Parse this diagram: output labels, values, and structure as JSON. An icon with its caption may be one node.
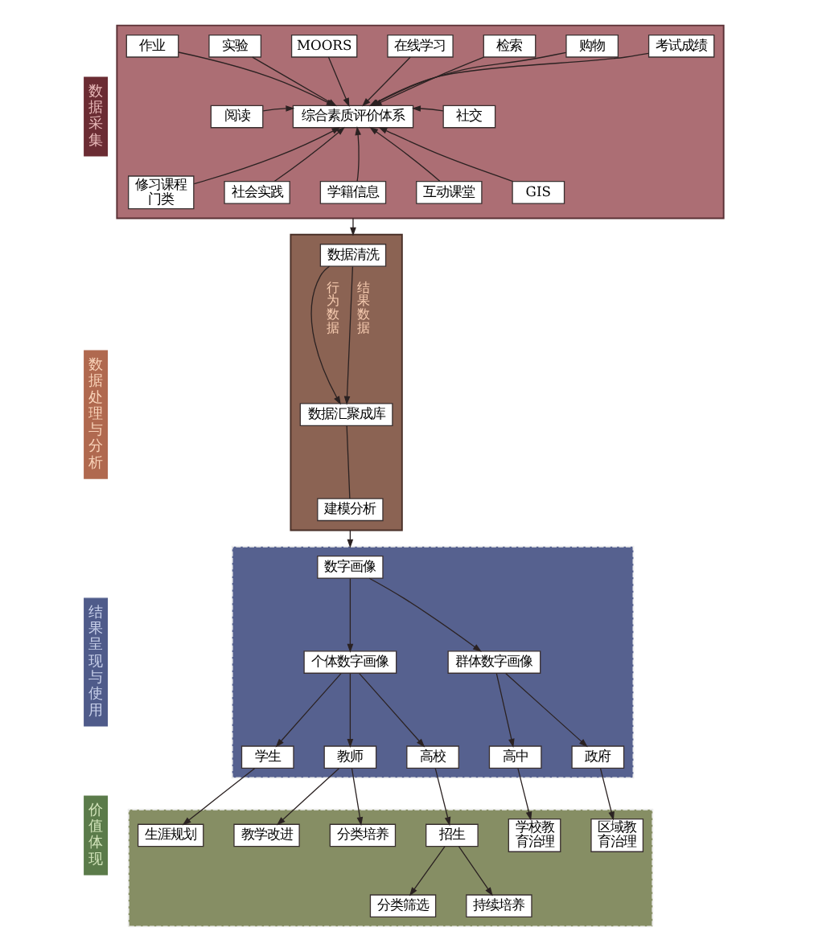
{
  "diagram": {
    "nodes": [
      {
        "text": [
          "数据采集"
        ]
      },
      {
        "text": [],
        "shape": "box"
      },
      {
        "text": [
          "实验"
        ],
        "in": 1
      },
      {
        "text": [
          "MOORS"
        ],
        "in": 1
      },
      {
        "text": [
          "在线学习"
        ],
        "in": 1
      },
      {
        "text": [
          "检索"
        ],
        "in": 1
      },
      {
        "text": [
          "购物"
        ],
        "in": 1
      },
      {
        "text": [
          "作业"
        ],
        "in": 1
      },
      {
        "text": [
          "考试成绩"
        ],
        "in": 1
      },
      {
        "text": [
          "综合素质评价体系"
        ],
        "in": 1
      },
      {
        "text": [
          "阅读"
        ],
        "in": 1
      },
      {
        "text": [
          "社交"
        ],
        "in": 1
      },
      {
        "text": [
          "修习课程门类"
        ],
        "in": 1
      },
      {
        "text": [
          "社会实践"
        ],
        "in": 1
      },
      {
        "text": [
          "学籍信息"
        ],
        "in": 1
      },
      {
        "text": [
          "互动课堂"
        ],
        "in": 1
      },
      {
        "text": [
          "GIS"
        ],
        "in": 1
      },
      {
        "text": [
          "数据处理与分析"
        ]
      },
      {
        "text": [],
        "shape": "box"
      },
      {
        "text": [
          "数据清洗"
        ],
        "in": 18
      },
      {
        "text": [
          "数据汇聚成库"
        ],
        "in": 18
      },
      {
        "text": [
          "建模分析"
        ],
        "in": 18
      },
      {
        "text": [
          "结果呈现与使用"
        ]
      },
      {
        "text": [],
        "shape": "box"
      },
      {
        "text": [
          "数字画像"
        ],
        "in": 23
      },
      {
        "text": [
          "个体数字画像"
        ],
        "in": 23
      },
      {
        "text": [
          "群体数字画像"
        ],
        "in": 23
      },
      {
        "text": [
          "学生"
        ],
        "in": 23
      },
      {
        "text": [
          "教师"
        ],
        "in": 23
      },
      {
        "text": [
          "高校"
        ],
        "in": 23
      },
      {
        "text": [
          "高中"
        ],
        "in": 23
      },
      {
        "text": [
          "政府"
        ],
        "in": 23
      },
      {
        "text": [
          "价值体现"
        ]
      },
      {
        "text": [],
        "shape": "box"
      },
      {
        "text": [
          "生涯规划"
        ],
        "in": 33
      },
      {
        "text": [
          "教学改进"
        ],
        "in": 33
      },
      {
        "text": [
          "分类培养"
        ],
        "in": 33
      },
      {
        "text": [
          "招生"
        ],
        "in": 33
      },
      {
        "text": [
          "学校教育治理"
        ],
        "in": 33
      },
      {
        "text": [
          "区域教育治理"
        ],
        "in": 33
      },
      {
        "text": [
          "分类筛选"
        ],
        "in": 33
      },
      {
        "text": [
          "持续培养"
        ],
        "in": 33
      }
    ],
    "edges": [
      {
        "from": 2,
        "to": 9,
        "arrow": "to"
      },
      {
        "from": 3,
        "to": 9,
        "arrow": "to"
      },
      {
        "from": 4,
        "to": 9,
        "arrow": "to"
      },
      {
        "from": 5,
        "to": 9,
        "arrow": "to"
      },
      {
        "from": 6,
        "to": 9,
        "arrow": "to"
      },
      {
        "from": 7,
        "to": 9,
        "arrow": "to"
      },
      {
        "from": 8,
        "to": 9,
        "arrow": "to"
      },
      {
        "from": 10,
        "to": 9,
        "arrow": "to"
      },
      {
        "from": 11,
        "to": 9,
        "arrow": "to"
      },
      {
        "from": 12,
        "to": 9,
        "arrow": "to"
      },
      {
        "from": 13,
        "to": 9,
        "arrow": "to"
      },
      {
        "from": 14,
        "to": 9,
        "arrow": "to"
      },
      {
        "from": 15,
        "to": 9,
        "arrow": "to"
      },
      {
        "from": 16,
        "to": 9,
        "arrow": "to"
      },
      {
        "from": 1,
        "to": 18,
        "arrow": "to"
      },
      {
        "from": 19,
        "to": 20,
        "arrow": "to",
        "label": "行为数据"
      },
      {
        "from": 19,
        "to": 20,
        "arrow": "to",
        "label": "结果数据"
      },
      {
        "from": 20,
        "to": 21,
        "arrow": "none"
      },
      {
        "from": 18,
        "to": 23,
        "arrow": "to"
      },
      {
        "from": 24,
        "to": 25,
        "arrow": "to"
      },
      {
        "from": 24,
        "to": 26,
        "arrow": "to"
      },
      {
        "from": 25,
        "to": 27,
        "arrow": "to"
      },
      {
        "from": 25,
        "to": 28,
        "arrow": "to"
      },
      {
        "from": 25,
        "to": 29,
        "arrow": "to"
      },
      {
        "from": 26,
        "to": 30,
        "arrow": "to"
      },
      {
        "from": 26,
        "to": 31,
        "arrow": "to"
      },
      {
        "from": 27,
        "to": 34,
        "arrow": "to"
      },
      {
        "from": 28,
        "to": 35,
        "arrow": "to"
      },
      {
        "from": 28,
        "to": 36,
        "arrow": "to"
      },
      {
        "from": 29,
        "to": 37,
        "arrow": "to"
      },
      {
        "from": 30,
        "to": 38,
        "arrow": "to"
      },
      {
        "from": 31,
        "to": 39,
        "arrow": "to"
      },
      {
        "from": 37,
        "to": 40,
        "arrow": "to"
      },
      {
        "from": 37,
        "to": 41,
        "arrow": "to"
      }
    ]
  }
}
